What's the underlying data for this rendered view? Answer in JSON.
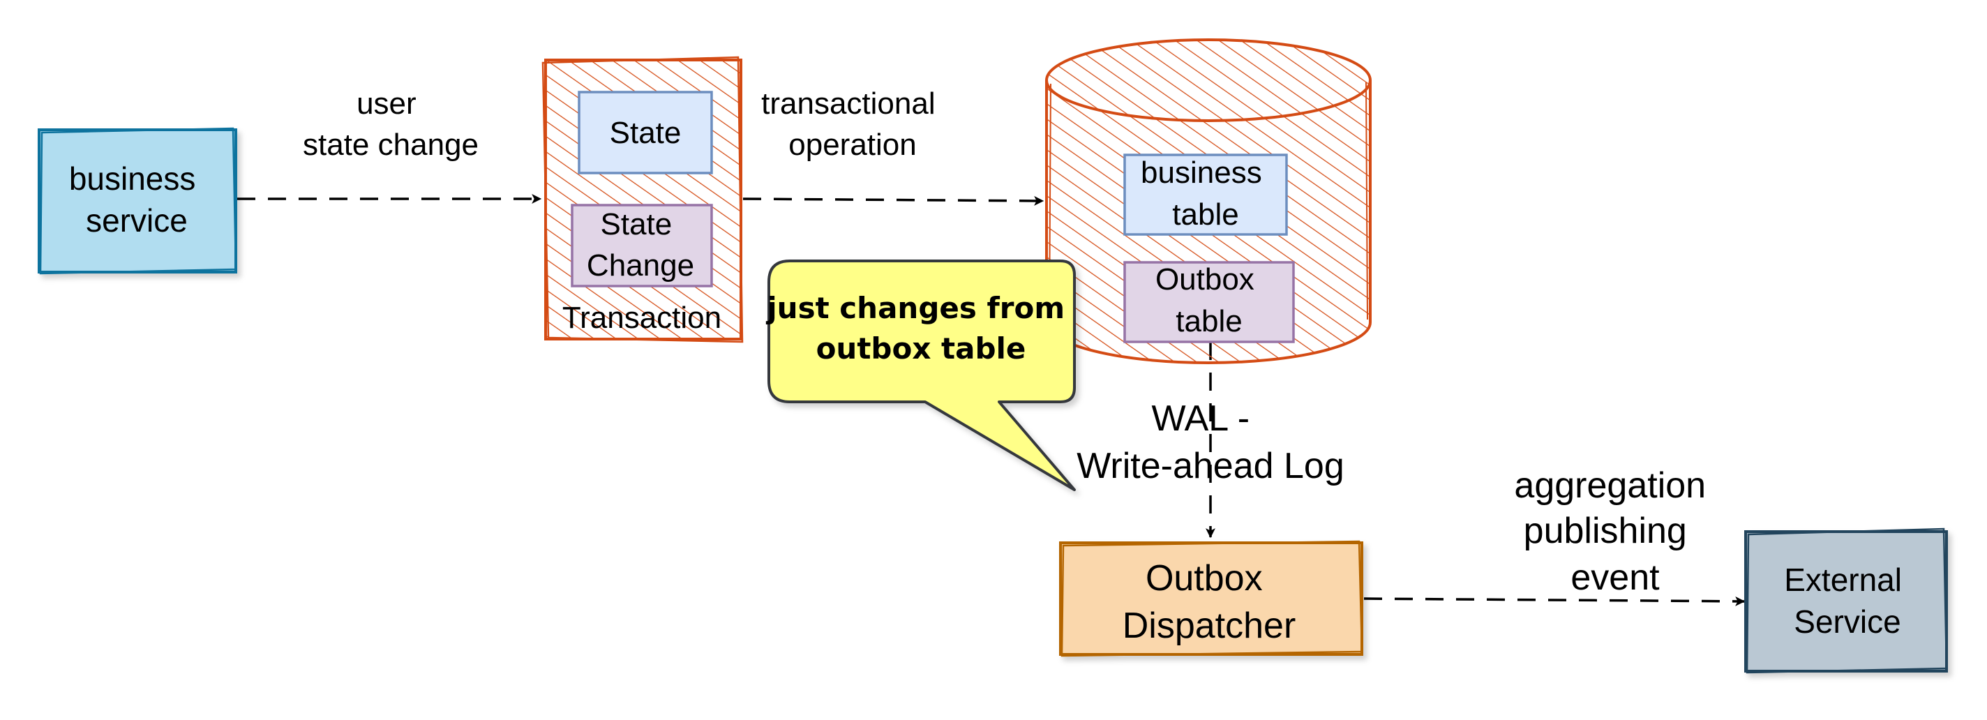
{
  "nodes": {
    "business_service": {
      "line1": "business",
      "line2": "service"
    },
    "transaction": {
      "caption": "Transaction",
      "state": "State",
      "state_change_line1": "State",
      "state_change_line2": "Change"
    },
    "database": {
      "business_table_line1": "business",
      "business_table_line2": "table",
      "outbox_table_line1": "Outbox",
      "outbox_table_line2": "table"
    },
    "outbox_dispatcher": {
      "line1": "Outbox",
      "line2": "Dispatcher"
    },
    "external_service": {
      "line1": "External",
      "line2": "Service"
    }
  },
  "edges": {
    "user_state_change": {
      "line1": "user",
      "line2": "state change"
    },
    "transactional_operation": {
      "line1": "transactional",
      "line2": "operation"
    },
    "wal": {
      "line1": "WAL -",
      "line2": "Write-ahead Log"
    },
    "aggregation": {
      "line1": "aggregation",
      "line2": "publishing",
      "line3": "event"
    }
  },
  "callout": {
    "line1": "just changes from",
    "line2": "outbox table"
  },
  "colors": {
    "business_service_fill": "#b1ddf0",
    "business_service_stroke": "#10739e",
    "hatch": "#d44b14",
    "state_fill": "#dae8fc",
    "state_stroke": "#6c8ebf",
    "state_change_fill": "#e1d5e7",
    "state_change_stroke": "#9673a6",
    "dispatcher_fill": "#fad7ac",
    "dispatcher_stroke": "#b46504",
    "external_fill": "#bac8d3",
    "external_stroke": "#23445d",
    "callout_fill": "#ffff88",
    "callout_stroke": "#36393d"
  }
}
